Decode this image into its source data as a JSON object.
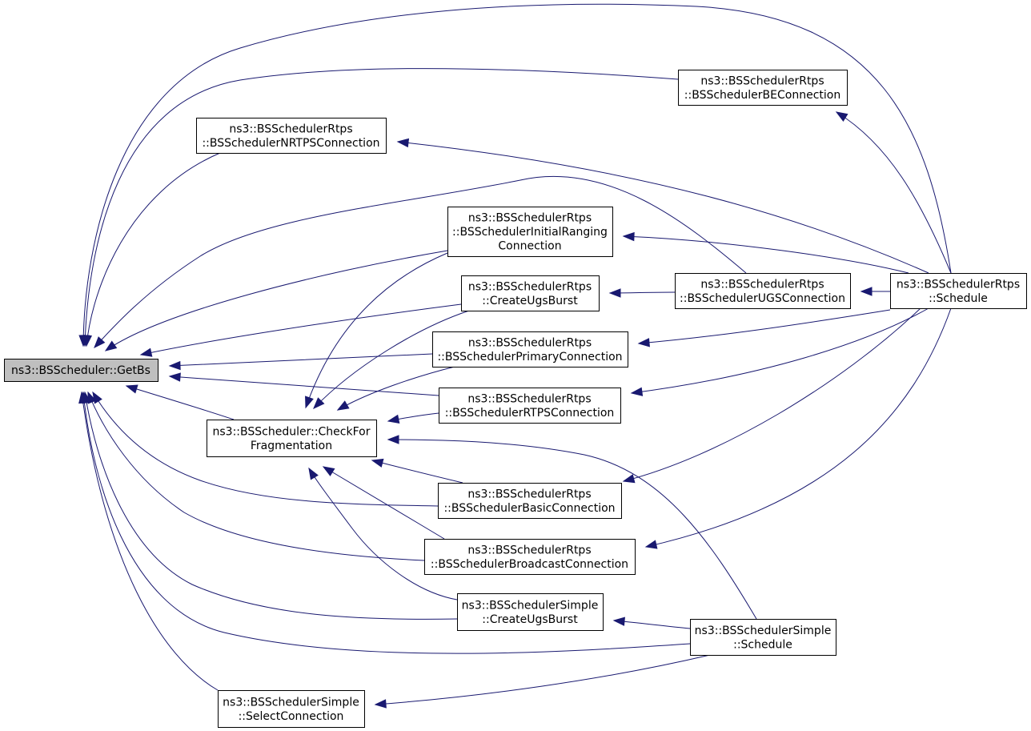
{
  "nodes": {
    "getbs": [
      "ns3::BSScheduler::GetBs"
    ],
    "rtps_be": [
      "ns3::BSSchedulerRtps",
      "::BSSchedulerBEConnection"
    ],
    "rtps_nrtps": [
      "ns3::BSSchedulerRtps",
      "::BSSchedulerNRTPSConnection"
    ],
    "rtps_initial": [
      "ns3::BSSchedulerRtps",
      "::BSSchedulerInitialRanging",
      "Connection"
    ],
    "rtps_createugs": [
      "ns3::BSSchedulerRtps",
      "::CreateUgsBurst"
    ],
    "rtps_ugs": [
      "ns3::BSSchedulerRtps",
      "::BSSchedulerUGSConnection"
    ],
    "rtps_schedule": [
      "ns3::BSSchedulerRtps",
      "::Schedule"
    ],
    "rtps_primary": [
      "ns3::BSSchedulerRtps",
      "::BSSchedulerPrimaryConnection"
    ],
    "rtps_rtps": [
      "ns3::BSSchedulerRtps",
      "::BSSchedulerRTPSConnection"
    ],
    "checkfor": [
      "ns3::BSScheduler::CheckFor",
      "Fragmentation"
    ],
    "rtps_basic": [
      "ns3::BSSchedulerRtps",
      "::BSSchedulerBasicConnection"
    ],
    "rtps_broadcast": [
      "ns3::BSSchedulerRtps",
      "::BSSchedulerBroadcastConnection"
    ],
    "simple_createugs": [
      "ns3::BSSchedulerSimple",
      "::CreateUgsBurst"
    ],
    "simple_schedule": [
      "ns3::BSSchedulerSimple",
      "::Schedule"
    ],
    "simple_select": [
      "ns3::BSSchedulerSimple",
      "::SelectConnection"
    ]
  },
  "edges": [
    [
      "rtps_schedule",
      "getbs"
    ],
    [
      "rtps_be",
      "getbs"
    ],
    [
      "rtps_nrtps",
      "getbs"
    ],
    [
      "rtps_ugs",
      "getbs"
    ],
    [
      "rtps_initial",
      "getbs"
    ],
    [
      "rtps_createugs",
      "getbs"
    ],
    [
      "rtps_primary",
      "getbs"
    ],
    [
      "rtps_rtps",
      "getbs"
    ],
    [
      "checkfor",
      "getbs"
    ],
    [
      "rtps_basic",
      "getbs"
    ],
    [
      "rtps_broadcast",
      "getbs"
    ],
    [
      "simple_createugs",
      "getbs"
    ],
    [
      "simple_schedule",
      "getbs"
    ],
    [
      "simple_select",
      "getbs"
    ],
    [
      "rtps_initial",
      "checkfor"
    ],
    [
      "rtps_createugs",
      "checkfor"
    ],
    [
      "rtps_primary",
      "checkfor"
    ],
    [
      "rtps_rtps",
      "checkfor"
    ],
    [
      "rtps_basic",
      "checkfor"
    ],
    [
      "rtps_broadcast",
      "checkfor"
    ],
    [
      "simple_createugs",
      "checkfor"
    ],
    [
      "simple_schedule",
      "checkfor"
    ],
    [
      "rtps_schedule",
      "rtps_be"
    ],
    [
      "rtps_schedule",
      "rtps_nrtps"
    ],
    [
      "rtps_schedule",
      "rtps_initial"
    ],
    [
      "rtps_ugs",
      "rtps_createugs"
    ],
    [
      "rtps_schedule",
      "rtps_ugs"
    ],
    [
      "rtps_schedule",
      "rtps_primary"
    ],
    [
      "rtps_schedule",
      "rtps_rtps"
    ],
    [
      "rtps_schedule",
      "rtps_basic"
    ],
    [
      "rtps_schedule",
      "rtps_broadcast"
    ],
    [
      "simple_schedule",
      "simple_createugs"
    ],
    [
      "simple_schedule",
      "simple_select"
    ]
  ],
  "colors": {
    "edge": "#191970",
    "root_fill": "#bfbfbf",
    "node_fill": "#ffffff",
    "node_stroke": "#000000"
  }
}
